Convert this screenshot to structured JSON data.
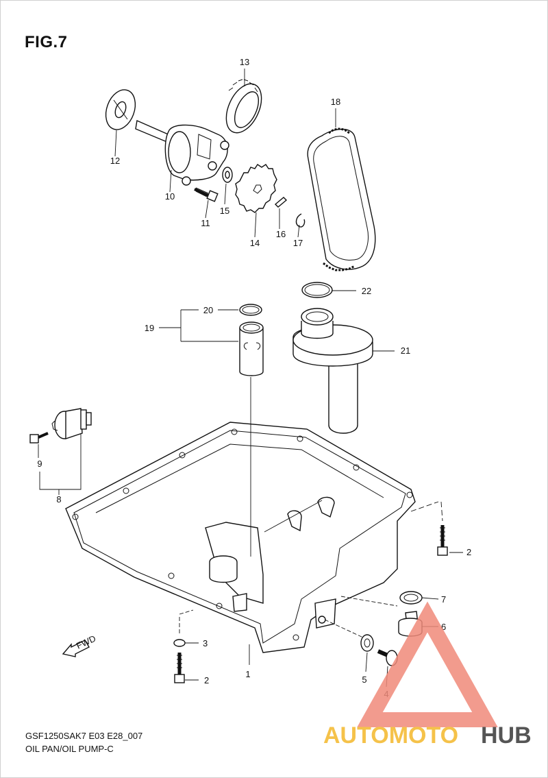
{
  "figure": {
    "title": "FIG.7",
    "model_code": "GSF1250SAK7 E03 E28_007",
    "caption": "OIL PAN/OIL PUMP-C"
  },
  "callouts": [
    "1",
    "2",
    "2",
    "3",
    "4",
    "5",
    "6",
    "7",
    "8",
    "9",
    "10",
    "11",
    "12",
    "13",
    "14",
    "15",
    "16",
    "17",
    "18",
    "19",
    "20",
    "21",
    "22"
  ],
  "direction_marker": "FWD",
  "watermark": {
    "part1": "AUTOMOTO",
    "part2": "HUB",
    "colors": {
      "accent": "#f08a7a",
      "gold": "#f5c24a",
      "dark": "#555555"
    }
  }
}
